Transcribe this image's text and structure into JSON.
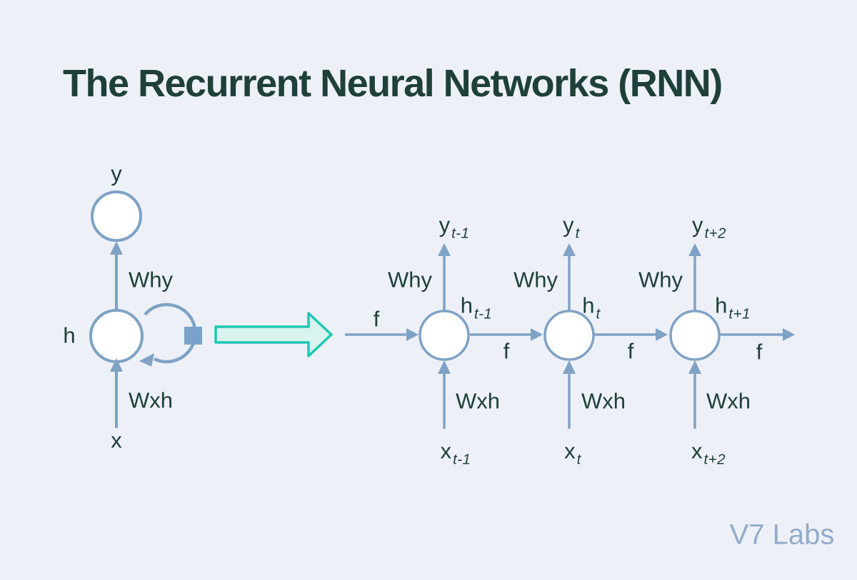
{
  "title": "The Recurrent Neural Networks (RNN)",
  "watermark": "V7 Labs",
  "colors": {
    "bg": "#edf1f7",
    "ink": "#1e4038",
    "line": "#7fa2c5",
    "node_fill": "#ffffff",
    "square": "#78a2c9",
    "big_arrow_fill": "#d9f4ef",
    "big_arrow_stroke": "#1fc7b3",
    "watermark": "#93abc9"
  },
  "folded": {
    "output": "y",
    "state": "h",
    "input": "x",
    "weight_hy": "Why",
    "weight_xh": "Wxh"
  },
  "unfolded": {
    "f_in": "f",
    "cells": [
      {
        "y": "y",
        "y_sub": "t-1",
        "h": "h",
        "h_sub": "t-1",
        "x": "x",
        "x_sub": "t-1",
        "why": "Why",
        "wxh": "Wxh",
        "f_out": "f"
      },
      {
        "y": "y",
        "y_sub": "t",
        "h": "h",
        "h_sub": "t",
        "x": "x",
        "x_sub": "t",
        "why": "Why",
        "wxh": "Wxh",
        "f_out": "f"
      },
      {
        "y": "y",
        "y_sub": "t+2",
        "h": "h",
        "h_sub": "t+1",
        "x": "x",
        "x_sub": "t+2",
        "why": "Why",
        "wxh": "Wxh",
        "f_out": "f"
      }
    ]
  }
}
